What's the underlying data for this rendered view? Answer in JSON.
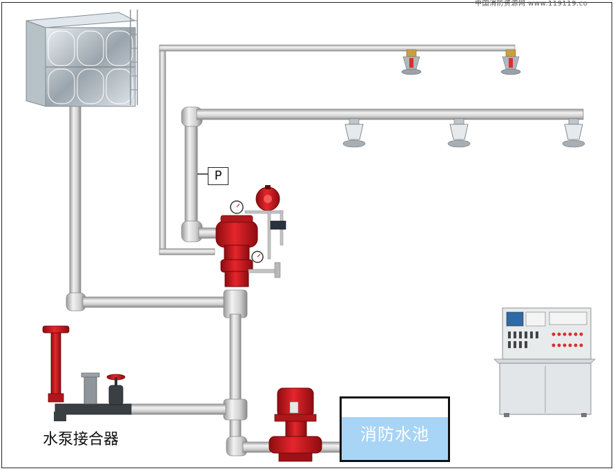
{
  "watermark": "中国消防资源网 www.119119.co",
  "pressure_switch_label": "P",
  "pump_connector_label": "水泵接合器",
  "fire_pool_label": "消防水池",
  "icons": {
    "tank": "water-tank-icon",
    "sprinkler": "sprinkler-head-icon",
    "alarm_valve": "alarm-valve-icon",
    "hydrant": "hydrant-connector-icon",
    "pump": "fire-pump-icon",
    "control_panel": "control-panel-icon"
  },
  "colors": {
    "pipe": "#d6d6d6",
    "pipe_edge": "#8a8a8a",
    "valve_red": "#c8141c",
    "water": "#a8d4f5"
  }
}
